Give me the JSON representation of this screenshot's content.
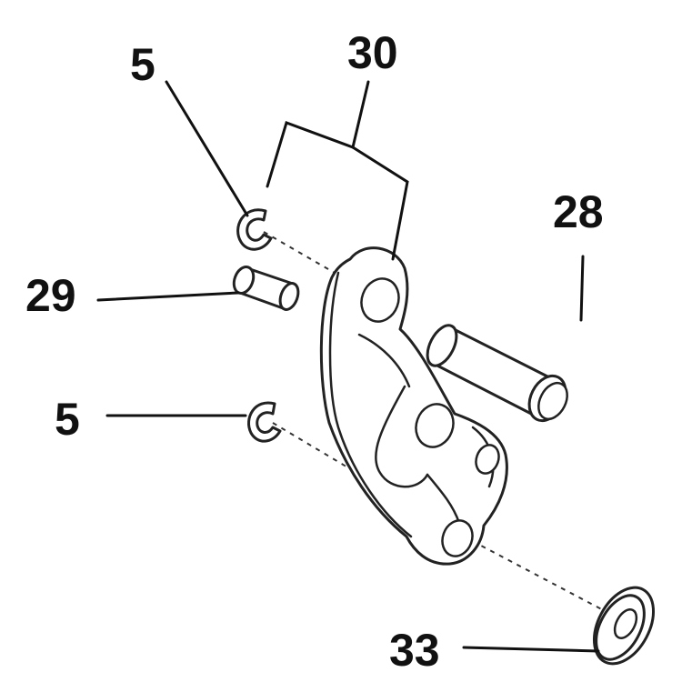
{
  "callouts": {
    "c5_top": "5",
    "c30": "30",
    "c28": "28",
    "c29": "29",
    "c5_bottom": "5",
    "c33": "33"
  },
  "colors": {
    "line": "#222222",
    "background": "#ffffff"
  }
}
